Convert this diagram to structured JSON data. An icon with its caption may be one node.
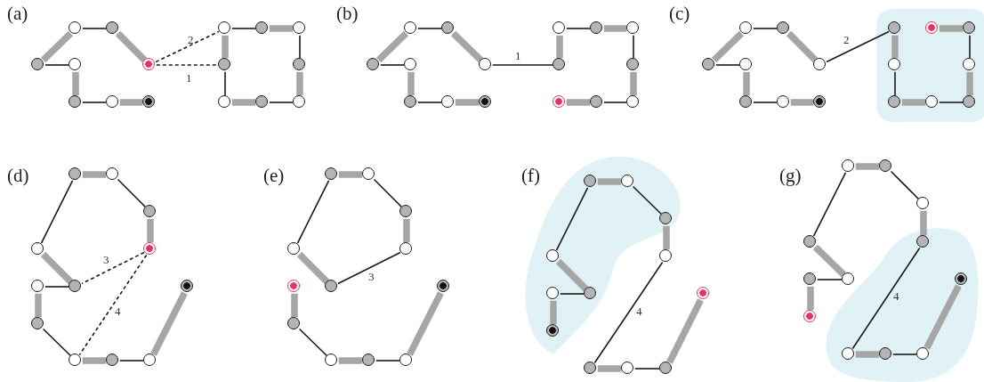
{
  "diagram": {
    "nodes": [
      {
        "text": [],
        "shape": "circle"
      },
      {
        "text": [],
        "shape": "circle"
      },
      {
        "text": [],
        "shape": "circle"
      },
      {
        "text": [],
        "shape": "circle"
      },
      {
        "text": [],
        "shape": "circle"
      },
      {
        "text": [],
        "shape": "circle"
      },
      {
        "text": [],
        "shape": "circle"
      },
      {
        "text": [],
        "shape": "circle"
      },
      {
        "text": [],
        "shape": "circle"
      },
      {
        "text": [],
        "shape": "circle"
      },
      {
        "text": [],
        "shape": "circle"
      },
      {
        "text": [],
        "shape": "circle"
      },
      {
        "text": [],
        "shape": "circle"
      },
      {
        "text": [],
        "shape": "circle"
      },
      {
        "text": [],
        "shape": "circle"
      },
      {
        "text": [],
        "shape": "circle"
      },
      {
        "text": [],
        "shape": "circle"
      },
      {
        "text": [],
        "shape": "circle"
      },
      {
        "text": [],
        "shape": "circle"
      },
      {
        "text": [],
        "shape": "circle"
      },
      {
        "text": [],
        "shape": "circle"
      },
      {
        "text": [],
        "shape": "circle"
      },
      {
        "text": [],
        "shape": "circle"
      },
      {
        "text": [],
        "shape": "circle"
      },
      {
        "text": [],
        "shape": "circle"
      },
      {
        "text": [],
        "shape": "circle"
      },
      {
        "text": [],
        "shape": "circle"
      },
      {
        "text": [],
        "shape": "circle"
      },
      {
        "text": [],
        "shape": "circle"
      },
      {
        "text": [],
        "shape": "circle"
      },
      {
        "text": [],
        "shape": "circle"
      },
      {
        "text": [],
        "shape": "circle"
      },
      {
        "text": [],
        "shape": "circle"
      },
      {
        "text": [],
        "shape": "circle"
      },
      {
        "text": [],
        "shape": "circle"
      },
      {
        "text": [],
        "shape": "circle"
      },
      {
        "text": [],
        "shape": "circle"
      },
      {
        "text": [],
        "shape": "circle"
      },
      {
        "text": [],
        "shape": "circle"
      },
      {
        "text": [],
        "shape": "circle"
      },
      {
        "text": [],
        "shape": "circle"
      },
      {
        "text": [],
        "shape": "circle"
      },
      {
        "text": [],
        "shape": "circle"
      },
      {
        "text": [],
        "shape": "circle"
      },
      {
        "text": [],
        "shape": "circle"
      },
      {
        "text": [],
        "shape": "circle"
      },
      {
        "text": [],
        "shape": "circle"
      },
      {
        "text": [],
        "shape": "circle"
      },
      {
        "text": [],
        "shape": "circle"
      },
      {
        "text": [],
        "shape": "circle"
      },
      {
        "text": [],
        "shape": "circle"
      },
      {
        "text": [],
        "shape": "circle"
      },
      {
        "text": [],
        "shape": "circle"
      },
      {
        "text": [],
        "shape": "circle"
      },
      {
        "text": [],
        "shape": "circle"
      },
      {
        "text": [],
        "shape": "circle"
      },
      {
        "text": [],
        "shape": "circle"
      },
      {
        "text": [],
        "shape": "circle"
      },
      {
        "text": [],
        "shape": "circle"
      },
      {
        "text": [],
        "shape": "circle"
      },
      {
        "text": [],
        "shape": "circle"
      },
      {
        "text": [],
        "shape": "circle"
      },
      {
        "text": [],
        "shape": "circle"
      },
      {
        "text": [],
        "shape": "circle"
      },
      {
        "text": [],
        "shape": "circle"
      },
      {
        "text": [],
        "shape": "circle"
      },
      {
        "text": [],
        "shape": "circle"
      },
      {
        "text": [],
        "shape": "circle"
      },
      {
        "text": [],
        "shape": "circle"
      },
      {
        "text": [],
        "shape": "circle"
      },
      {
        "text": [],
        "shape": "circle"
      },
      {
        "text": [],
        "shape": "circle"
      },
      {
        "text": [],
        "shape": "circle"
      },
      {
        "text": [],
        "shape": "circle"
      },
      {
        "text": [],
        "shape": "circle"
      },
      {
        "text": [],
        "shape": "circle"
      },
      {
        "text": [],
        "shape": "circle"
      },
      {
        "text": [],
        "shape": "circle"
      },
      {
        "text": [],
        "shape": "circle"
      },
      {
        "text": [],
        "shape": "circle"
      },
      {
        "text": [],
        "shape": "circle"
      },
      {
        "text": [],
        "shape": "circle"
      },
      {
        "text": [],
        "shape": "circle"
      },
      {
        "text": [],
        "shape": "circle"
      },
      {
        "text": [],
        "shape": "circle"
      },
      {
        "text": [],
        "shape": "circle"
      },
      {
        "text": [],
        "shape": "circle"
      },
      {
        "text": [],
        "shape": "circle"
      },
      {
        "text": [],
        "shape": "circle"
      },
      {
        "text": [],
        "shape": "circle"
      },
      {
        "text": [],
        "shape": "circle"
      },
      {
        "text": [],
        "shape": "circle"
      },
      {
        "text": [],
        "shape": "circle"
      },
      {
        "text": [],
        "shape": "circle"
      },
      {
        "text": [],
        "shape": "circle"
      },
      {
        "text": [],
        "shape": "circle"
      }
    ],
    "edges": [
      {
        "from": 0,
        "to": 1,
        "arrow": "none",
        "color": "#a6a6a6"
      },
      {
        "from": 1,
        "to": 2,
        "arrow": "none",
        "color": "#1a1a1a"
      },
      {
        "from": 2,
        "to": 3,
        "arrow": "none",
        "color": "#a6a6a6"
      },
      {
        "from": 0,
        "to": 4,
        "arrow": "none",
        "color": "#1a1a1a"
      },
      {
        "from": 4,
        "to": 5,
        "arrow": "none",
        "color": "#a6a6a6"
      },
      {
        "from": 5,
        "to": 6,
        "arrow": "none",
        "color": "#1a1a1a"
      },
      {
        "from": 6,
        "to": 7,
        "arrow": "none",
        "color": "#a6a6a6"
      },
      {
        "from": 3,
        "to": 8,
        "arrow": "none",
        "style": "dashed",
        "color": "#1a1a1a",
        "label": "2"
      },
      {
        "from": 3,
        "to": 11,
        "arrow": "none",
        "style": "dashed",
        "color": "#1a1a1a",
        "label": "1"
      },
      {
        "from": 8,
        "to": 9,
        "arrow": "none",
        "color": "#1a1a1a"
      },
      {
        "from": 9,
        "to": 10,
        "arrow": "none",
        "color": "#a6a6a6"
      },
      {
        "from": 8,
        "to": 11,
        "arrow": "none",
        "color": "#a6a6a6"
      },
      {
        "from": 10,
        "to": 12,
        "arrow": "none",
        "color": "#1a1a1a"
      },
      {
        "from": 11,
        "to": 13,
        "arrow": "none",
        "color": "#1a1a1a"
      },
      {
        "from": 12,
        "to": 15,
        "arrow": "none",
        "color": "#a6a6a6"
      },
      {
        "from": 13,
        "to": 14,
        "arrow": "none",
        "color": "#a6a6a6"
      },
      {
        "from": 14,
        "to": 15,
        "arrow": "none",
        "color": "#1a1a1a"
      },
      {
        "from": 16,
        "to": 17,
        "arrow": "none",
        "color": "#a6a6a6"
      },
      {
        "from": 17,
        "to": 18,
        "arrow": "none",
        "color": "#1a1a1a"
      },
      {
        "from": 18,
        "to": 19,
        "arrow": "none",
        "color": "#a6a6a6"
      },
      {
        "from": 16,
        "to": 20,
        "arrow": "none",
        "color": "#1a1a1a"
      },
      {
        "from": 20,
        "to": 21,
        "arrow": "none",
        "color": "#a6a6a6"
      },
      {
        "from": 21,
        "to": 22,
        "arrow": "none",
        "color": "#1a1a1a"
      },
      {
        "from": 22,
        "to": 23,
        "arrow": "none",
        "color": "#a6a6a6"
      },
      {
        "from": 19,
        "to": 27,
        "arrow": "none",
        "color": "#1a1a1a",
        "label": "1"
      },
      {
        "from": 24,
        "to": 25,
        "arrow": "none",
        "color": "#1a1a1a"
      },
      {
        "from": 25,
        "to": 26,
        "arrow": "none",
        "color": "#a6a6a6"
      },
      {
        "from": 24,
        "to": 27,
        "arrow": "none",
        "color": "#a6a6a6"
      },
      {
        "from": 26,
        "to": 28,
        "arrow": "none",
        "color": "#1a1a1a"
      },
      {
        "from": 28,
        "to": 31,
        "arrow": "none",
        "color": "#a6a6a6"
      },
      {
        "from": 31,
        "to": 30,
        "arrow": "none",
        "color": "#1a1a1a"
      },
      {
        "from": 30,
        "to": 29,
        "arrow": "none",
        "color": "#a6a6a6"
      },
      {
        "from": 32,
        "to": 33,
        "arrow": "none",
        "color": "#a6a6a6"
      },
      {
        "from": 33,
        "to": 34,
        "arrow": "none",
        "color": "#1a1a1a"
      },
      {
        "from": 34,
        "to": 35,
        "arrow": "none",
        "color": "#a6a6a6"
      },
      {
        "from": 32,
        "to": 36,
        "arrow": "none",
        "color": "#1a1a1a"
      },
      {
        "from": 36,
        "to": 37,
        "arrow": "none",
        "color": "#a6a6a6"
      },
      {
        "from": 37,
        "to": 38,
        "arrow": "none",
        "color": "#1a1a1a"
      },
      {
        "from": 38,
        "to": 39,
        "arrow": "none",
        "color": "#a6a6a6"
      },
      {
        "from": 35,
        "to": 40,
        "arrow": "none",
        "color": "#1a1a1a",
        "label": "2"
      },
      {
        "from": 40,
        "to": 43,
        "arrow": "none",
        "color": "#a6a6a6"
      },
      {
        "from": 43,
        "to": 45,
        "arrow": "none",
        "color": "#1a1a1a"
      },
      {
        "from": 45,
        "to": 46,
        "arrow": "none",
        "color": "#a6a6a6"
      },
      {
        "from": 46,
        "to": 47,
        "arrow": "none",
        "color": "#1a1a1a"
      },
      {
        "from": 47,
        "to": 44,
        "arrow": "none",
        "color": "#a6a6a6"
      },
      {
        "from": 44,
        "to": 42,
        "arrow": "none",
        "color": "#1a1a1a"
      },
      {
        "from": 42,
        "to": 41,
        "arrow": "none",
        "color": "#a6a6a6"
      },
      {
        "from": 48,
        "to": 49,
        "arrow": "none",
        "color": "#a6a6a6"
      },
      {
        "from": 49,
        "to": 50,
        "arrow": "none",
        "color": "#1a1a1a"
      },
      {
        "from": 50,
        "to": 51,
        "arrow": "none",
        "color": "#a6a6a6"
      },
      {
        "from": 48,
        "to": 52,
        "arrow": "none",
        "color": "#1a1a1a"
      },
      {
        "from": 52,
        "to": 53,
        "arrow": "none",
        "color": "#a6a6a6"
      },
      {
        "from": 53,
        "to": 54,
        "arrow": "none",
        "color": "#1a1a1a"
      },
      {
        "from": 54,
        "to": 55,
        "arrow": "none",
        "color": "#a6a6a6"
      },
      {
        "from": 55,
        "to": 56,
        "arrow": "none",
        "color": "#1a1a1a"
      },
      {
        "from": 56,
        "to": 57,
        "arrow": "none",
        "color": "#a6a6a6"
      },
      {
        "from": 57,
        "to": 58,
        "arrow": "none",
        "color": "#1a1a1a"
      },
      {
        "from": 58,
        "to": 59,
        "arrow": "none",
        "color": "#a6a6a6"
      },
      {
        "from": 51,
        "to": 53,
        "arrow": "none",
        "style": "dashed",
        "color": "#1a1a1a",
        "label": "3"
      },
      {
        "from": 51,
        "to": 56,
        "arrow": "none",
        "style": "dashed",
        "color": "#1a1a1a",
        "label": "4"
      },
      {
        "from": 60,
        "to": 61,
        "arrow": "none",
        "color": "#a6a6a6"
      },
      {
        "from": 61,
        "to": 62,
        "arrow": "none",
        "color": "#1a1a1a"
      },
      {
        "from": 62,
        "to": 63,
        "arrow": "none",
        "color": "#a6a6a6"
      },
      {
        "from": 60,
        "to": 64,
        "arrow": "none",
        "color": "#1a1a1a"
      },
      {
        "from": 64,
        "to": 65,
        "arrow": "none",
        "color": "#a6a6a6"
      },
      {
        "from": 63,
        "to": 65,
        "arrow": "none",
        "color": "#1a1a1a",
        "label": "3"
      },
      {
        "from": 66,
        "to": 67,
        "arrow": "none",
        "color": "#a6a6a6"
      },
      {
        "from": 67,
        "to": 68,
        "arrow": "none",
        "color": "#1a1a1a"
      },
      {
        "from": 68,
        "to": 69,
        "arrow": "none",
        "color": "#a6a6a6"
      },
      {
        "from": 69,
        "to": 70,
        "arrow": "none",
        "color": "#1a1a1a"
      },
      {
        "from": 70,
        "to": 71,
        "arrow": "none",
        "color": "#a6a6a6"
      },
      {
        "from": 72,
        "to": 73,
        "arrow": "none",
        "color": "#a6a6a6"
      },
      {
        "from": 73,
        "to": 74,
        "arrow": "none",
        "color": "#1a1a1a"
      },
      {
        "from": 74,
        "to": 75,
        "arrow": "none",
        "color": "#a6a6a6"
      },
      {
        "from": 72,
        "to": 76,
        "arrow": "none",
        "color": "#1a1a1a"
      },
      {
        "from": 76,
        "to": 77,
        "arrow": "none",
        "color": "#a6a6a6"
      },
      {
        "from": 77,
        "to": 78,
        "arrow": "none",
        "color": "#1a1a1a"
      },
      {
        "from": 78,
        "to": 79,
        "arrow": "none",
        "color": "#a6a6a6"
      },
      {
        "from": 75,
        "to": 80,
        "arrow": "none",
        "color": "#1a1a1a",
        "label": "4"
      },
      {
        "from": 80,
        "to": 81,
        "arrow": "none",
        "color": "#a6a6a6"
      },
      {
        "from": 81,
        "to": 82,
        "arrow": "none",
        "color": "#1a1a1a"
      },
      {
        "from": 82,
        "to": 83,
        "arrow": "none",
        "color": "#a6a6a6"
      },
      {
        "from": 84,
        "to": 85,
        "arrow": "none",
        "color": "#a6a6a6"
      },
      {
        "from": 85,
        "to": 86,
        "arrow": "none",
        "color": "#1a1a1a"
      },
      {
        "from": 86,
        "to": 87,
        "arrow": "none",
        "color": "#a6a6a6"
      },
      {
        "from": 84,
        "to": 88,
        "arrow": "none",
        "color": "#1a1a1a"
      },
      {
        "from": 88,
        "to": 89,
        "arrow": "none",
        "color": "#a6a6a6"
      },
      {
        "from": 89,
        "to": 90,
        "arrow": "none",
        "color": "#1a1a1a"
      },
      {
        "from": 90,
        "to": 91,
        "arrow": "none",
        "color": "#a6a6a6"
      },
      {
        "from": 87,
        "to": 92,
        "arrow": "none",
        "color": "#1a1a1a",
        "label": "4"
      },
      {
        "from": 92,
        "to": 93,
        "arrow": "none",
        "color": "#a6a6a6"
      },
      {
        "from": 93,
        "to": 94,
        "arrow": "none",
        "color": "#1a1a1a"
      },
      {
        "from": 94,
        "to": 95,
        "arrow": "none",
        "color": "#a6a6a6"
      }
    ],
    "labels": [
      "(a)",
      "(b)",
      "(c)",
      "(d)",
      "(e)",
      "(f)",
      "(g)"
    ]
  }
}
